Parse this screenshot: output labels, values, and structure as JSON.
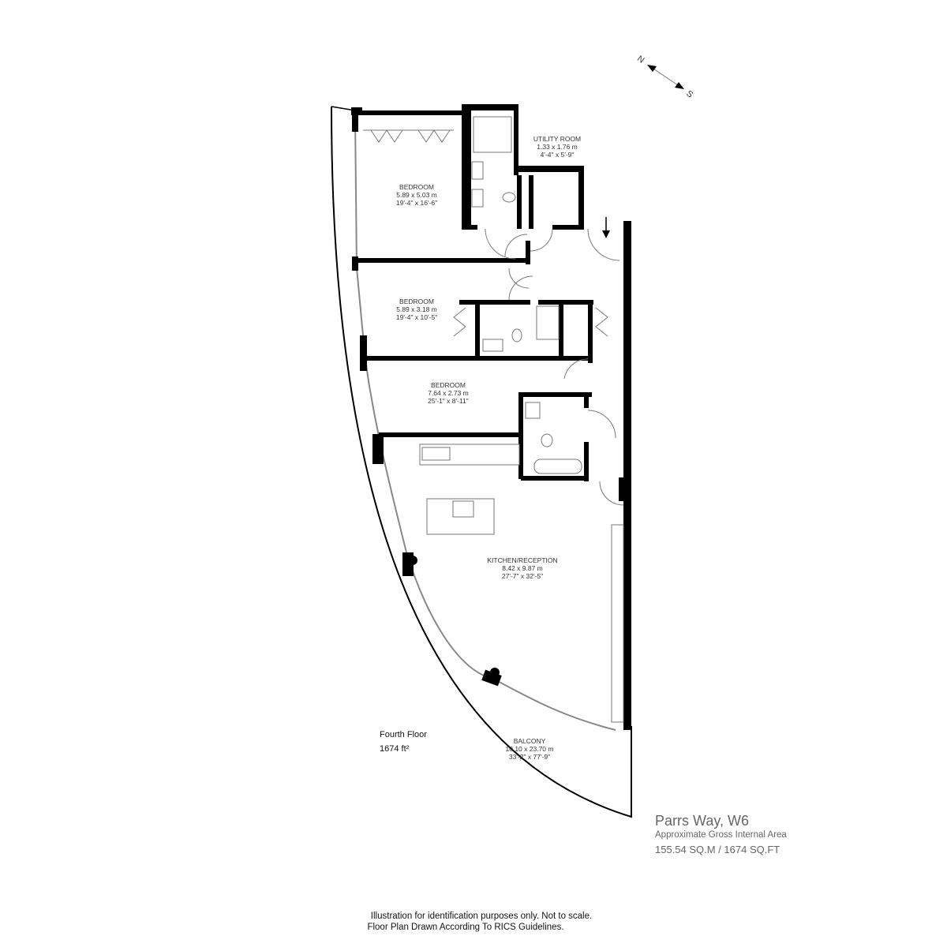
{
  "compass": {
    "north": "N",
    "south": "S"
  },
  "rooms": [
    {
      "name": "BEDROOM",
      "metric": "5.89 x 5.03 m",
      "imperial": "19'-4\" x 16'-6\""
    },
    {
      "name": "BEDROOM",
      "metric": "5.89 x 3.18 m",
      "imperial": "19'-4\" x 10'-5\""
    },
    {
      "name": "BEDROOM",
      "metric": "7.64 x 2.73 m",
      "imperial": "25'-1\" x 8'-11\""
    },
    {
      "name": "UTILITY ROOM",
      "metric": "1.33 x 1.76 m",
      "imperial": "4'-4\" x 5'-9\""
    },
    {
      "name": "KITCHEN/RECEPTION",
      "metric": "8.42 x 9.87 m",
      "imperial": "27'-7\" x 32'-5\""
    },
    {
      "name": "BALCONY",
      "metric": "10.10 x  23.70 m",
      "imperial": "33'-2\" x  77'-9\""
    }
  ],
  "floor": {
    "label": "Fourth Floor",
    "area": "1674 ft²"
  },
  "property": {
    "title": "Parrs Way, W6",
    "subtitle": "Approximate Gross Internal Area",
    "area": "155.54 SQ.M / 1674 SQ.FT"
  },
  "disclaimer": {
    "line1": "Illustration for identification purposes only. Not to scale.",
    "line2": "Floor Plan Drawn According To RICS Guidelines."
  }
}
